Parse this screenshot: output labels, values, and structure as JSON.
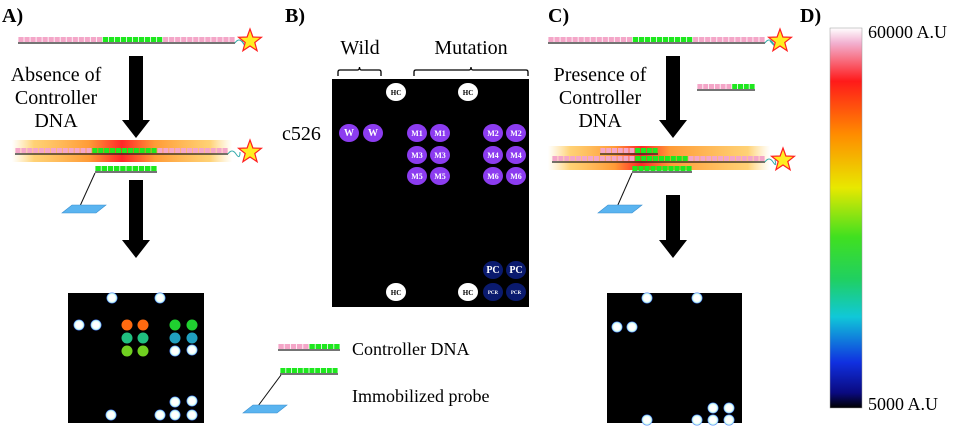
{
  "panels": {
    "a": {
      "label": "A)",
      "condition": [
        "Absence of",
        "Controller",
        "DNA"
      ]
    },
    "b": {
      "label": "B)",
      "group_wild": "Wild",
      "group_mutation": "Mutation",
      "row_label": "c526",
      "spots": {
        "hc": "HC",
        "w": "W",
        "m1": "M1",
        "m2": "M2",
        "m3": "M3",
        "m4": "M4",
        "m5": "M5",
        "m6": "M6",
        "pc": "PC",
        "pcr": "PCR"
      }
    },
    "c": {
      "label": "C)",
      "condition": [
        "Presence of",
        "Controller",
        "DNA"
      ]
    },
    "d": {
      "label": "D)",
      "max": "60000 A.U",
      "min": "5000 A.U"
    }
  },
  "legend": {
    "controller": "Controller DNA",
    "probe": "Immobilized probe"
  },
  "colors": {
    "strand_pink": "#f4a6c8",
    "strand_green": "#1ee81e",
    "probe_pad": "#5ab4f0",
    "spot_purple": "#8c3cf0",
    "spot_navy": "#0a1a6e"
  }
}
